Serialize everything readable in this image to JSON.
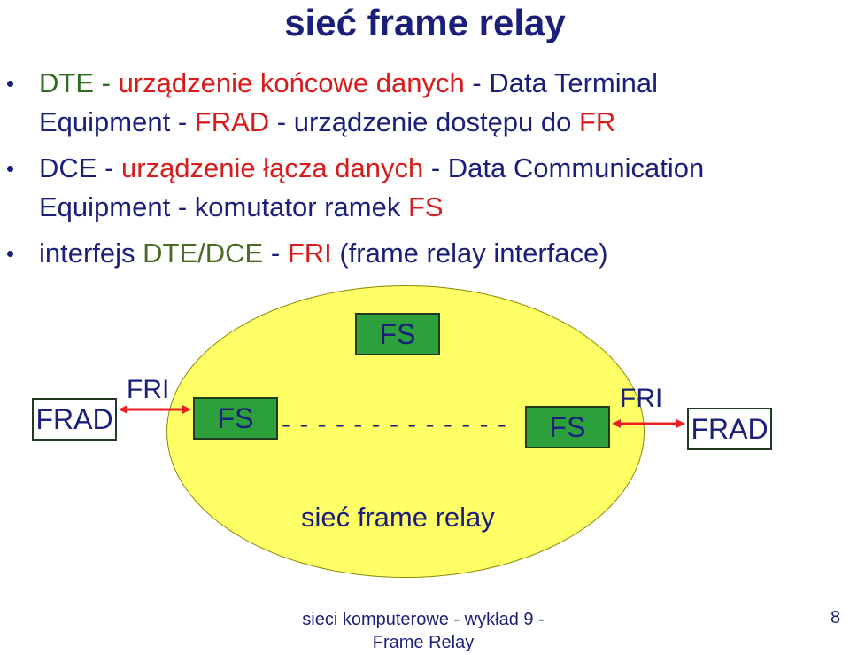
{
  "slide": {
    "title": "sieć frame relay",
    "bullets": [
      {
        "parts": [
          {
            "text": "DTE - ",
            "color": "green"
          },
          {
            "text": "urządzenie końcowe danych",
            "color": "red"
          },
          {
            "text": " - Data Terminal",
            "color": "navy"
          }
        ],
        "parts2": [
          {
            "text": "Equipment - ",
            "color": "navy"
          },
          {
            "text": "FRAD",
            "color": "red"
          },
          {
            "text": " - urządzenie dostępu do ",
            "color": "navy"
          },
          {
            "text": "FR",
            "color": "red"
          }
        ]
      },
      {
        "parts": [
          {
            "text": "DCE - ",
            "color": "navy"
          },
          {
            "text": "urządzenie łącza danych",
            "color": "red"
          },
          {
            "text": " - Data Communication",
            "color": "navy"
          }
        ],
        "parts2": [
          {
            "text": "Equipment - komutator ramek ",
            "color": "navy"
          },
          {
            "text": "FS",
            "color": "red"
          }
        ]
      },
      {
        "parts": [
          {
            "text": "interfejs ",
            "color": "navy"
          },
          {
            "text": "DTE/DCE",
            "color": "olive"
          },
          {
            "text": " - ",
            "color": "navy"
          },
          {
            "text": "FRI",
            "color": "red"
          },
          {
            "text": " (frame relay interface)",
            "color": "navy"
          }
        ]
      }
    ]
  },
  "diagram": {
    "fs_top": "FS",
    "frad_left": "FRAD",
    "fri_left": "FRI",
    "fs_left": "FS",
    "dashes": "- - - - - - - - - - - - -",
    "fs_right": "FS",
    "fri_right": "FRI",
    "frad_right": "FRAD",
    "network_label": "sieć frame relay",
    "colors": {
      "ellipse": "#ffff66",
      "switch": "#2ca13b",
      "arrow": "#e8201f"
    }
  },
  "footer": {
    "line1": "sieci komputerowe - wykład 9 -",
    "line2": "Frame Relay",
    "page": "8"
  }
}
